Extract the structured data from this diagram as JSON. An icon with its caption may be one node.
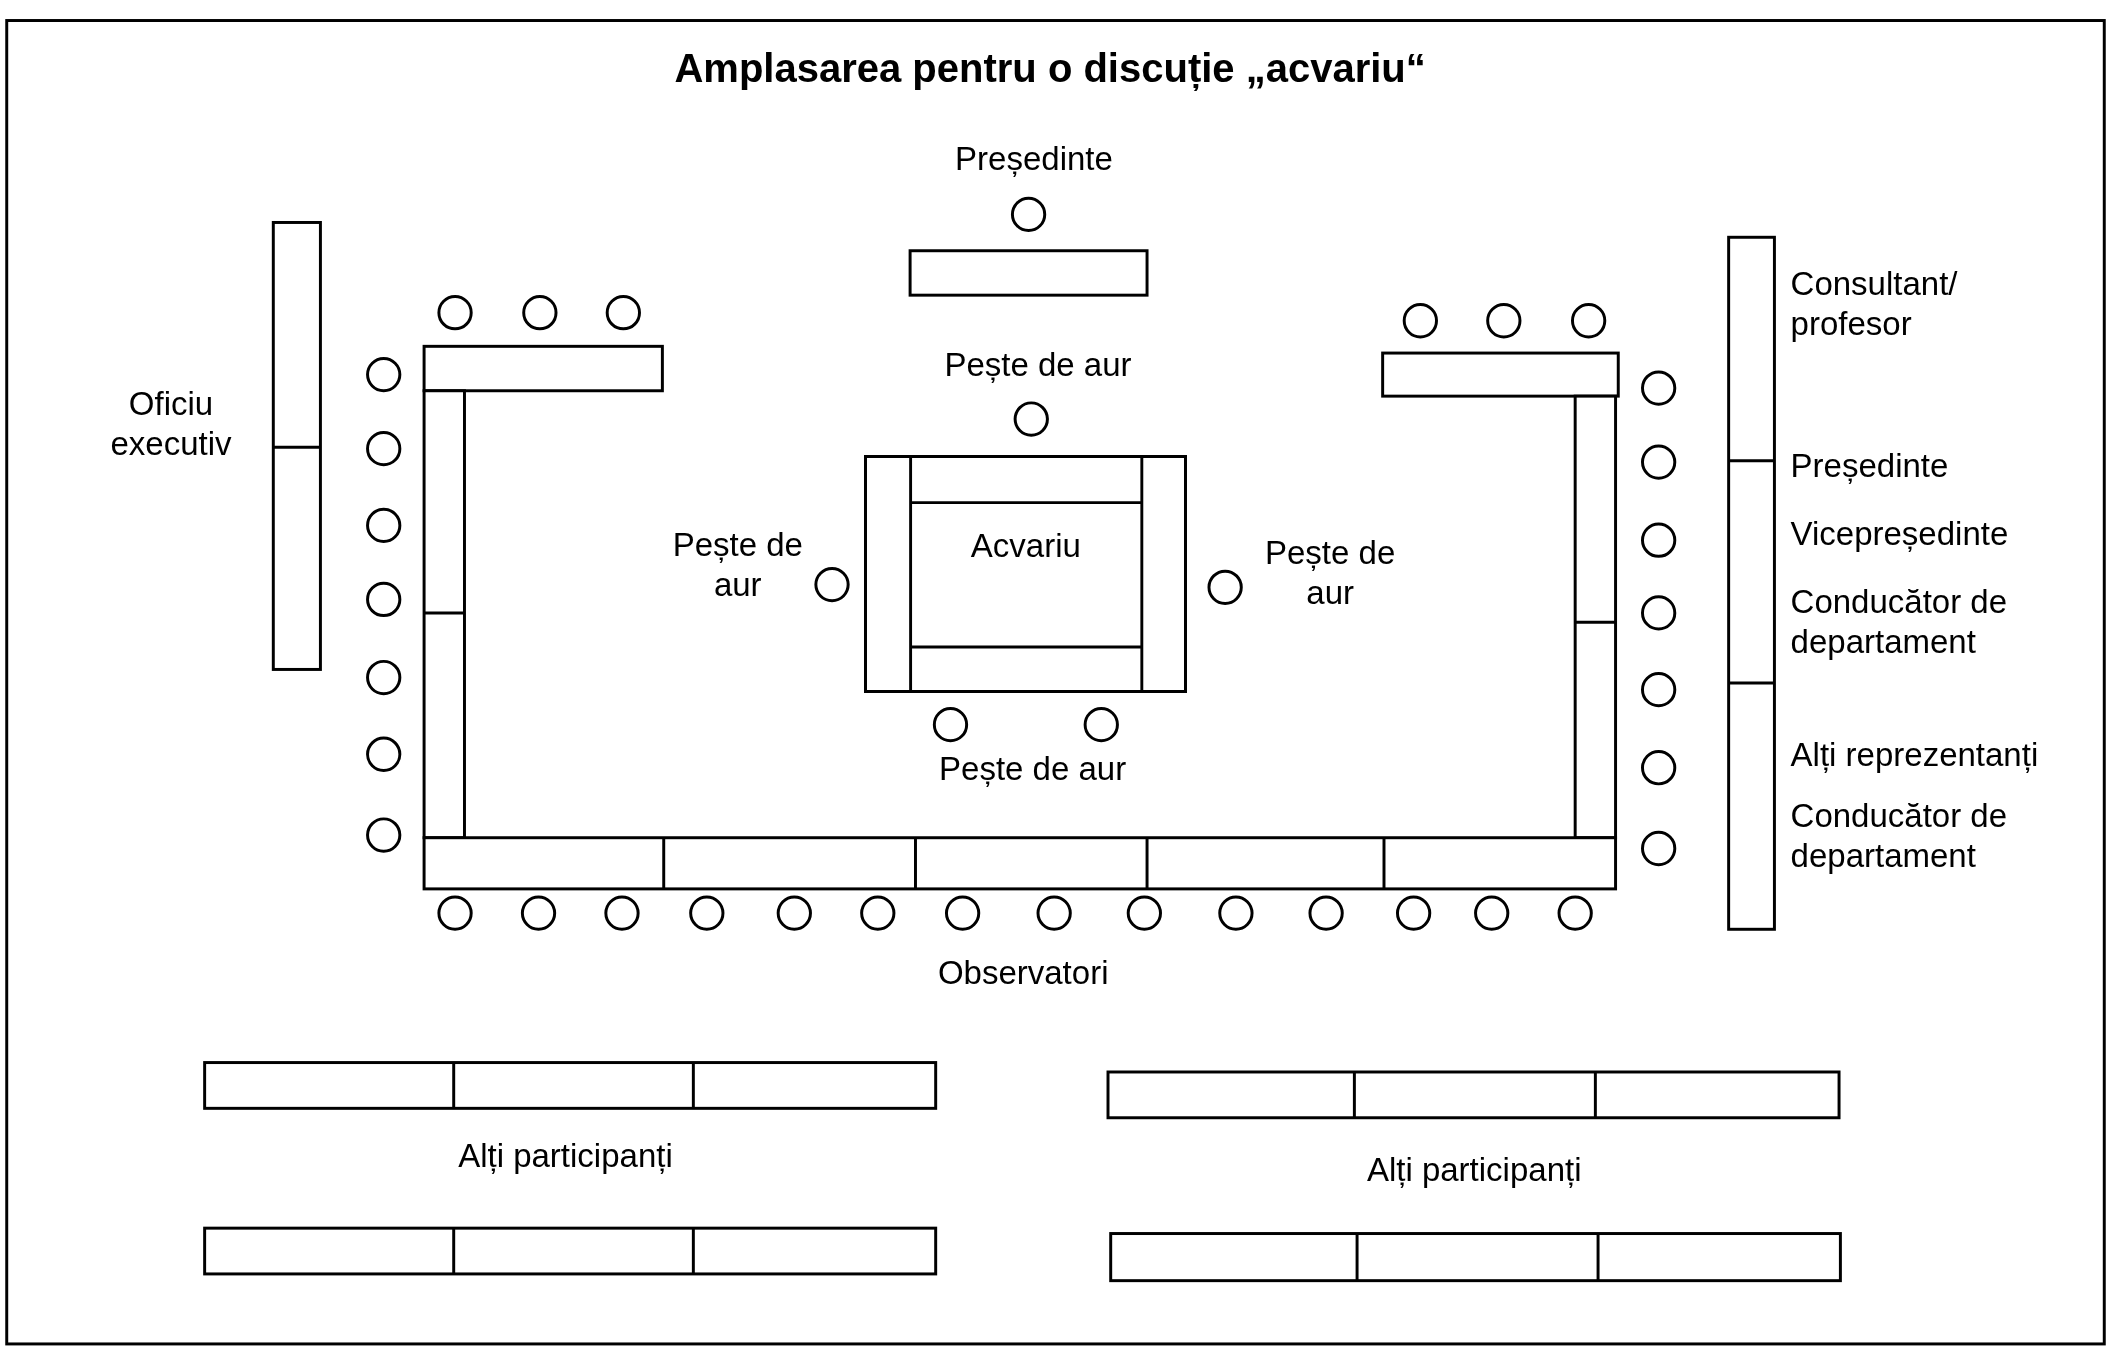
{
  "diagram": {
    "title": "Amplasarea pentru o discuție „acvariu“",
    "nodes": [
      {
        "text": [
          "Acvariu"
        ]
      }
    ],
    "labels": [
      "Președinte",
      "Oficiu executiv",
      "Consultant/ profesor",
      "Pește de aur",
      "Președinte",
      "Vicepreședinte",
      "Pește de aur",
      "Pește de aur",
      "Conducător de departament",
      "Pește de aur",
      "Alți reprezentanți",
      "Conducător de departament",
      "Observatori",
      "Alți participanți",
      "Alți participanți"
    ]
  }
}
